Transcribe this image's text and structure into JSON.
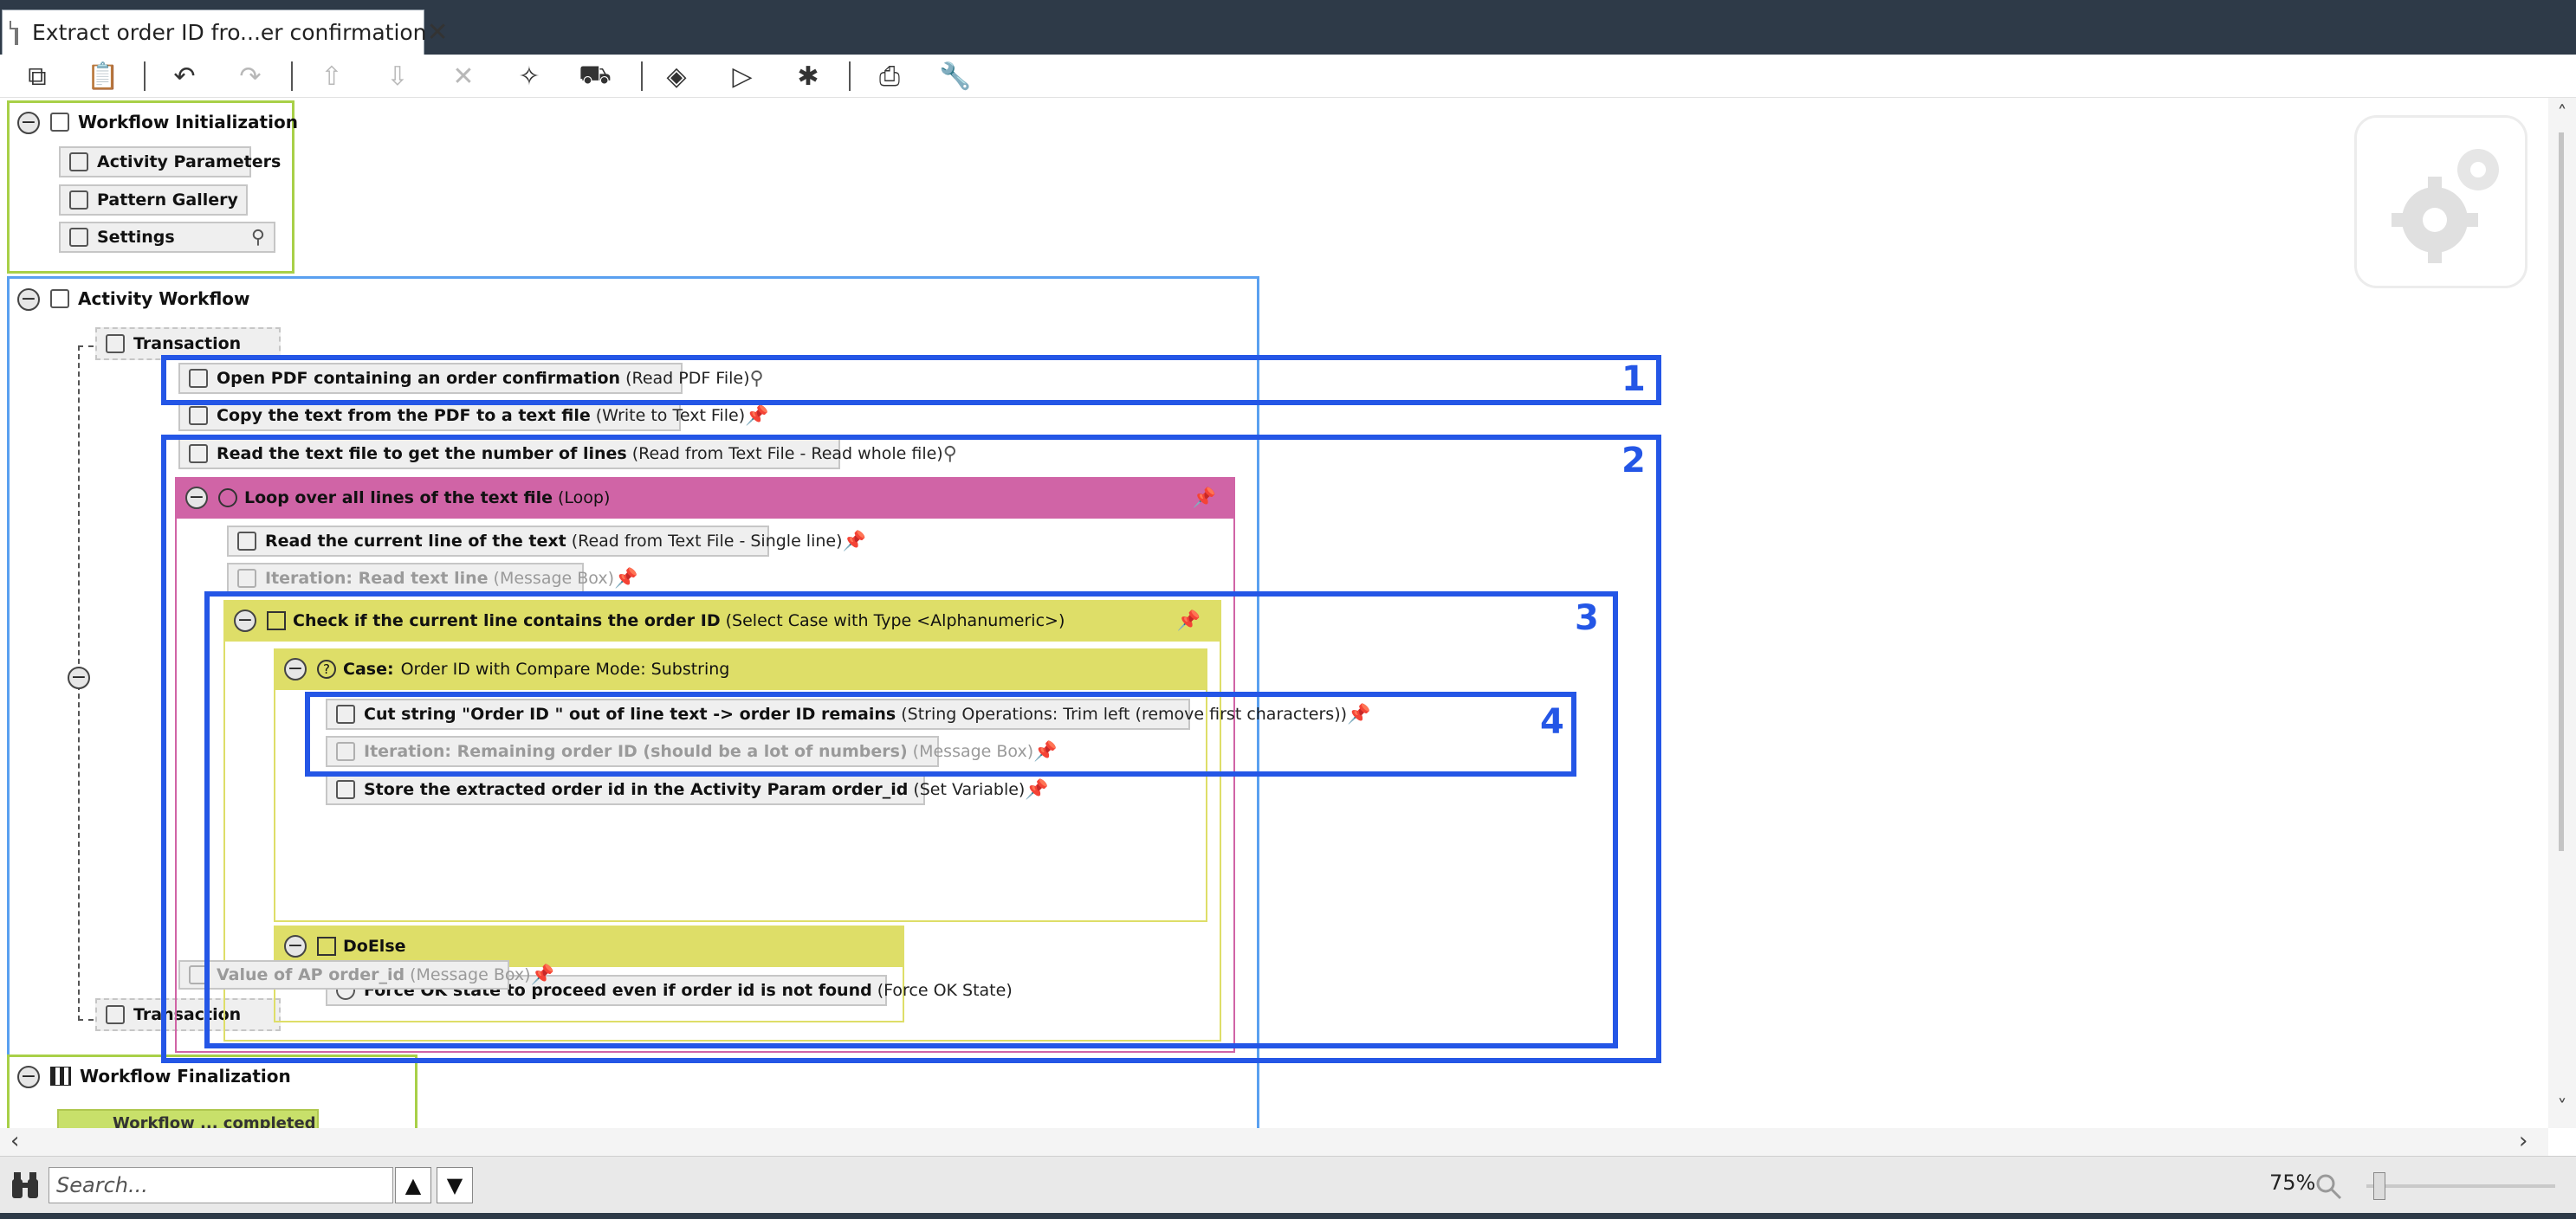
{
  "tab": {
    "title": "Extract order ID fro...er confirmation",
    "close": "✕"
  },
  "toolbar": {
    "copy": "⧉",
    "paste": "📋",
    "undo": "↶",
    "redo": "↷",
    "move_up": "⇧",
    "move_down": "⇩",
    "delete": "✕",
    "magic": "✧",
    "deliver": "⛟",
    "diamond": "◈",
    "run": "▷",
    "debug": "✱",
    "print": "⎙",
    "wrench": "🔧"
  },
  "workflow_init": {
    "title": "Workflow Initialization",
    "items": [
      "Activity Parameters",
      "Pattern Gallery",
      "Settings"
    ]
  },
  "activity_workflow": {
    "title": "Activity Workflow",
    "transaction_top": "Transaction",
    "transaction_bottom": "Transaction",
    "step1": {
      "title": "Open PDF containing an order confirmation",
      "type": "(Read PDF File)"
    },
    "step2": {
      "title": "Copy the text from the PDF to a text file",
      "type": "(Write to Text File)"
    },
    "step3": {
      "title": "Read the text file to get the number of lines",
      "type": "(Read from Text File - Read whole file)"
    },
    "loop": {
      "title": "Loop over all lines of the text file",
      "type": "(Loop)"
    },
    "step4": {
      "title": "Read the current line of the text",
      "type": "(Read from Text File - Single line)"
    },
    "step5": {
      "title": "Iteration: Read text line",
      "type": "(Message Box)"
    },
    "select": {
      "title": "Check if the current line contains the order ID",
      "type": "(Select Case with Type <Alphanumeric>)"
    },
    "case": {
      "label": "Case:",
      "text": "Order ID with Compare Mode: Substring"
    },
    "step6": {
      "title": "Cut string \"Order ID \" out of line text -> order ID remains",
      "type": "(String Operations: Trim left (remove first characters))"
    },
    "step7": {
      "title": "Iteration: Remaining order ID (should be a lot of numbers)",
      "type": "(Message Box)"
    },
    "step8": {
      "title": "Store the extracted order id in the Activity Param order_id",
      "type": "(Set Variable)"
    },
    "doelse": {
      "label": "DoElse"
    },
    "step9": {
      "title": "Force OK state to proceed even if order id is not found",
      "type": "(Force OK State)"
    },
    "step10": {
      "title": "Value of AP order_id",
      "type": "(Message Box)"
    }
  },
  "workflow_final": {
    "title": "Workflow Finalization",
    "item_partial": "Workflow ... completed"
  },
  "annotations": [
    "1",
    "2",
    "3",
    "4"
  ],
  "statusbar": {
    "search_placeholder": "Search...",
    "zoom": "75%",
    "up": "▲",
    "down": "▼"
  },
  "colors": {
    "loop": "#d064a6",
    "select": "#dede68",
    "init_border": "#a8d048",
    "workflow_border": "#5aa0f0",
    "annotation": "#2456e6"
  },
  "icons": [
    "document-icon",
    "copy-icon",
    "paste-icon",
    "undo-icon",
    "redo-icon",
    "arrow-up-icon",
    "arrow-down-icon",
    "delete-icon",
    "magic-wand-icon",
    "truck-icon",
    "diamond-icon",
    "play-icon",
    "bug-icon",
    "printer-icon",
    "wrench-icon",
    "gear-icon",
    "pin-icon",
    "binoculars-icon",
    "magnifier-icon"
  ]
}
